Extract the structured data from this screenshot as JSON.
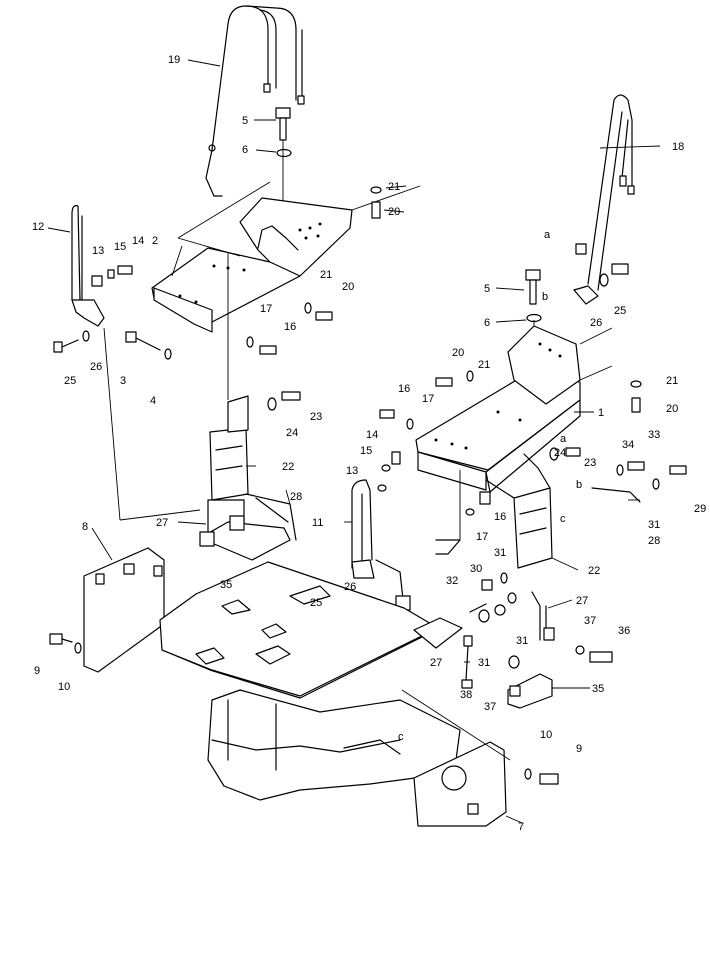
{
  "diagram": {
    "labels": [
      {
        "id": "l19",
        "text": "19"
      },
      {
        "id": "l5a",
        "text": "5"
      },
      {
        "id": "l6a",
        "text": "6"
      },
      {
        "id": "l21a",
        "text": "21"
      },
      {
        "id": "l20a",
        "text": "20"
      },
      {
        "id": "l12",
        "text": "12"
      },
      {
        "id": "l13a",
        "text": "13"
      },
      {
        "id": "l15a",
        "text": "15"
      },
      {
        "id": "l14a",
        "text": "14"
      },
      {
        "id": "l2",
        "text": "2"
      },
      {
        "id": "l21b",
        "text": "21"
      },
      {
        "id": "l20b",
        "text": "20"
      },
      {
        "id": "l17a",
        "text": "17"
      },
      {
        "id": "l16a",
        "text": "16"
      },
      {
        "id": "l25a",
        "text": "25"
      },
      {
        "id": "l26a",
        "text": "26"
      },
      {
        "id": "l3",
        "text": "3"
      },
      {
        "id": "l4",
        "text": "4"
      },
      {
        "id": "l18",
        "text": "18"
      },
      {
        "id": "la1",
        "text": "a"
      },
      {
        "id": "l5b",
        "text": "5"
      },
      {
        "id": "lb1",
        "text": "b"
      },
      {
        "id": "l6b",
        "text": "6"
      },
      {
        "id": "l26b",
        "text": "26"
      },
      {
        "id": "l25b",
        "text": "25"
      },
      {
        "id": "l20c",
        "text": "20"
      },
      {
        "id": "l21c",
        "text": "21"
      },
      {
        "id": "l21d",
        "text": "21"
      },
      {
        "id": "l20d",
        "text": "20"
      },
      {
        "id": "l1",
        "text": "1"
      },
      {
        "id": "l16b",
        "text": "16"
      },
      {
        "id": "l17b",
        "text": "17"
      },
      {
        "id": "l23a",
        "text": "23"
      },
      {
        "id": "l24a",
        "text": "24"
      },
      {
        "id": "l22a",
        "text": "22"
      },
      {
        "id": "l14b",
        "text": "14"
      },
      {
        "id": "l15b",
        "text": "15"
      },
      {
        "id": "l13b",
        "text": "13"
      },
      {
        "id": "la2",
        "text": "a"
      },
      {
        "id": "l24b",
        "text": "24"
      },
      {
        "id": "l23b",
        "text": "23"
      },
      {
        "id": "l34",
        "text": "34"
      },
      {
        "id": "l33",
        "text": "33"
      },
      {
        "id": "lb2",
        "text": "b"
      },
      {
        "id": "lc1",
        "text": "c"
      },
      {
        "id": "l29",
        "text": "29"
      },
      {
        "id": "l31a",
        "text": "31"
      },
      {
        "id": "l28b",
        "text": "28"
      },
      {
        "id": "l27a",
        "text": "27"
      },
      {
        "id": "l28a",
        "text": "28"
      },
      {
        "id": "l11",
        "text": "11"
      },
      {
        "id": "l16c",
        "text": "16"
      },
      {
        "id": "l17c",
        "text": "17"
      },
      {
        "id": "l8",
        "text": "8"
      },
      {
        "id": "l35a",
        "text": "35"
      },
      {
        "id": "l22b",
        "text": "22"
      },
      {
        "id": "l30",
        "text": "30"
      },
      {
        "id": "l31b",
        "text": "31"
      },
      {
        "id": "l32",
        "text": "32"
      },
      {
        "id": "l27b",
        "text": "27"
      },
      {
        "id": "l26c",
        "text": "26"
      },
      {
        "id": "l25c",
        "text": "25"
      },
      {
        "id": "l31c",
        "text": "31"
      },
      {
        "id": "l37a",
        "text": "37"
      },
      {
        "id": "l36",
        "text": "36"
      },
      {
        "id": "l9a",
        "text": "9"
      },
      {
        "id": "l10a",
        "text": "10"
      },
      {
        "id": "l27c",
        "text": "27"
      },
      {
        "id": "l31d",
        "text": "31"
      },
      {
        "id": "l38",
        "text": "38"
      },
      {
        "id": "l37b",
        "text": "37"
      },
      {
        "id": "l35b",
        "text": "35"
      },
      {
        "id": "lc2",
        "text": "c"
      },
      {
        "id": "l10b",
        "text": "10"
      },
      {
        "id": "l9b",
        "text": "9"
      },
      {
        "id": "l7",
        "text": "7"
      }
    ]
  }
}
